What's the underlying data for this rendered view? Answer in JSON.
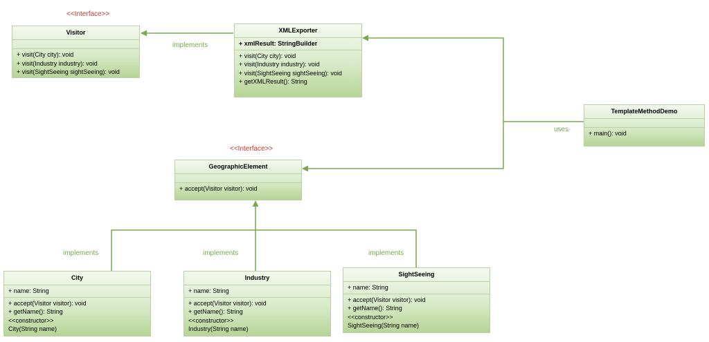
{
  "stereotypes": {
    "visitor": "<<Interface>>",
    "geographic": "<<Interface>>"
  },
  "classes": {
    "visitor": {
      "name": "Visitor",
      "attributes": [],
      "methods": [
        "+ visit(City city): void",
        "+ visit(Industry industry): void",
        "+ visit(SightSeeing sightSeeing): void"
      ]
    },
    "xmlexporter": {
      "name": "XMLExporter",
      "attributes": [
        "+ xmlResult: StringBuilder"
      ],
      "methods": [
        "+ visit(City city): void",
        "+ visit(Industry industry): void",
        "+ visit(SightSeeing sightSeeing): void",
        "+ getXMLResult(): String"
      ]
    },
    "template": {
      "name": "TemplateMethodDemo",
      "attributes": [],
      "methods": [
        "+ main(): void"
      ]
    },
    "geographic": {
      "name": "GeographicElement",
      "attributes": [],
      "methods": [
        "+ accept(Visitor visitor): void"
      ]
    },
    "city": {
      "name": "City",
      "attributes": [
        "+ name: String"
      ],
      "methods": [
        "+ accept(Visitor visitor): void",
        "+ getName(): String",
        "<<constructor>>",
        "City(String name)"
      ]
    },
    "industry": {
      "name": "Industry",
      "attributes": [
        "+ name: String"
      ],
      "methods": [
        "+ accept(Visitor visitor): void",
        "+ getName(): String",
        "<<constructor>>",
        "Industry(String name)"
      ]
    },
    "sightseeing": {
      "name": "SightSeeing",
      "attributes": [
        "+ name: String"
      ],
      "methods": [
        "+ accept(Visitor visitor): void",
        "+ getName(): String",
        "<<constructor>>",
        "SightSeeing(String name)"
      ]
    }
  },
  "relations": {
    "xml_implements": "implements",
    "uses": "uses",
    "city_implements": "implements",
    "industry_implements": "implements",
    "sightseeing_implements": "implements"
  },
  "colors": {
    "line": "#7aa84f",
    "stereotype": "#c0392b",
    "box_border": "#b9cfa6",
    "box_top": "#f4f9ef",
    "box_bottom": "#b6d596"
  }
}
